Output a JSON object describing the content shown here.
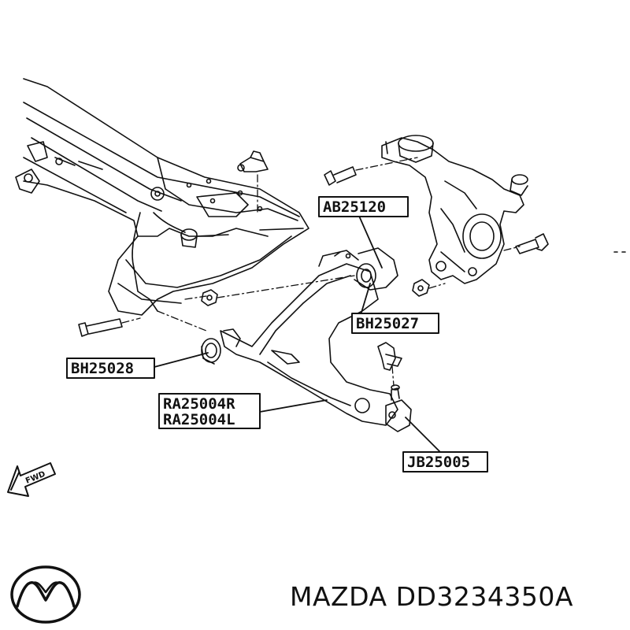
{
  "labels": {
    "ab25120": "AB25120",
    "bh25027": "BH25027",
    "bh25028": "BH25028",
    "ra25004r": "RA25004R",
    "ra25004l": "RA25004L",
    "jb25005": "JB25005"
  },
  "fwd": "FWD",
  "brand": {
    "name": "MAZDA",
    "part_number": "DD3234350A"
  },
  "colors": {
    "ink": "#111111",
    "background": "#ffffff"
  },
  "icons": {
    "logo": "mazda-logo-icon",
    "direction": "fwd-arrow-icon"
  }
}
